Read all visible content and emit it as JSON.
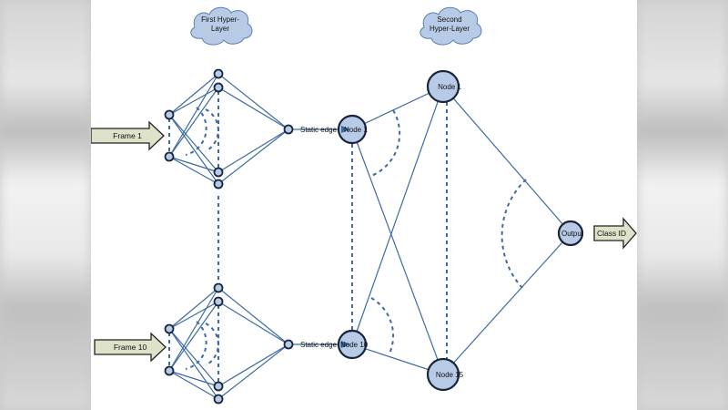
{
  "clouds": {
    "first": [
      "First Hyper-",
      "Layer"
    ],
    "second": [
      "Second",
      "Hyper-Layer"
    ]
  },
  "inputs": {
    "frame_1": "Frame 1",
    "frame_10": "Frame 10"
  },
  "static_edge": {
    "top": "Static edge",
    "bottom": "Static edge"
  },
  "nodes": {
    "node_1_left": "Node 1",
    "node_10": "Node 10",
    "node_1_right": "Node 1",
    "node_15": "Node 15",
    "output": "Output"
  },
  "output_arrow": "Class ID"
}
